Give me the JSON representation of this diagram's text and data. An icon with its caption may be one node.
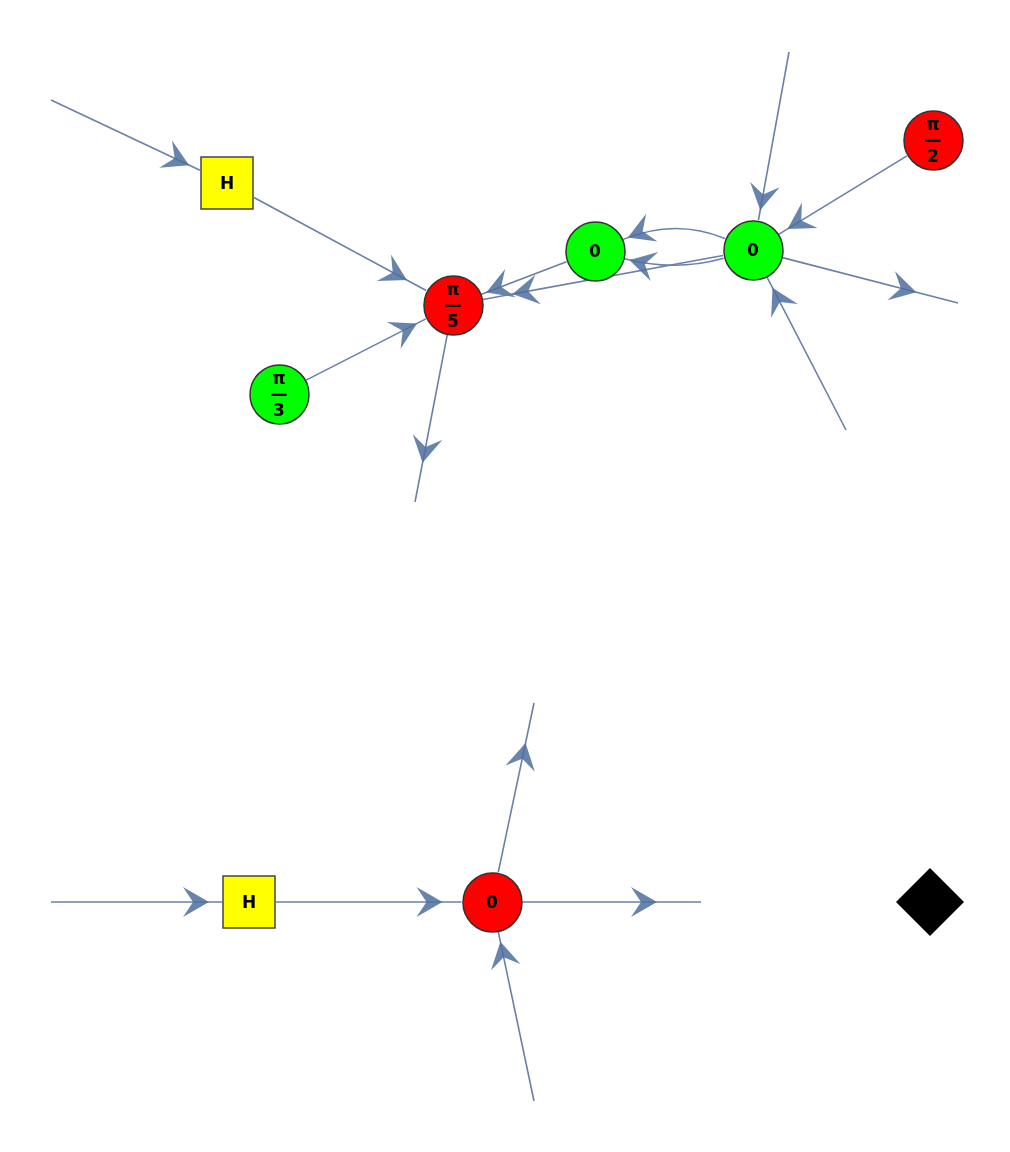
{
  "diagram": {
    "nodes": [
      {
        "text": [
          "H"
        ]
      },
      {
        "text": [
          "π — 5"
        ]
      },
      {
        "text": [
          "π — 3"
        ]
      },
      {
        "text": [
          "0"
        ]
      },
      {
        "text": [
          "0"
        ]
      },
      {
        "text": [
          "π — 2"
        ]
      },
      {
        "text": [
          "H"
        ]
      },
      {
        "text": [
          "0"
        ]
      },
      {
        "text": [],
        "shape": "diamond"
      }
    ],
    "edges": [
      {
        "from": null,
        "to": 0,
        "arrow": "to"
      },
      {
        "from": 0,
        "to": 1,
        "arrow": "to"
      },
      {
        "from": 2,
        "to": 1,
        "arrow": "to"
      },
      {
        "from": 1,
        "to": null,
        "arrow": "to"
      },
      {
        "from": 3,
        "to": 1,
        "arrow": "to"
      },
      {
        "from": 4,
        "to": 1,
        "arrow": "to"
      },
      {
        "from": 4,
        "to": 3,
        "arrow": "to"
      },
      {
        "from": 4,
        "to": 3,
        "arrow": "to"
      },
      {
        "from": null,
        "to": 4,
        "arrow": "to"
      },
      {
        "from": 5,
        "to": 4,
        "arrow": "to"
      },
      {
        "from": 4,
        "to": null,
        "arrow": "to"
      },
      {
        "from": null,
        "to": 4,
        "arrow": "to"
      },
      {
        "from": null,
        "to": 6,
        "arrow": "to"
      },
      {
        "from": 6,
        "to": 7,
        "arrow": "to"
      },
      {
        "from": 7,
        "to": null,
        "arrow": "to"
      },
      {
        "from": 7,
        "to": null,
        "arrow": "to"
      },
      {
        "from": null,
        "to": 7,
        "arrow": "to"
      }
    ]
  }
}
